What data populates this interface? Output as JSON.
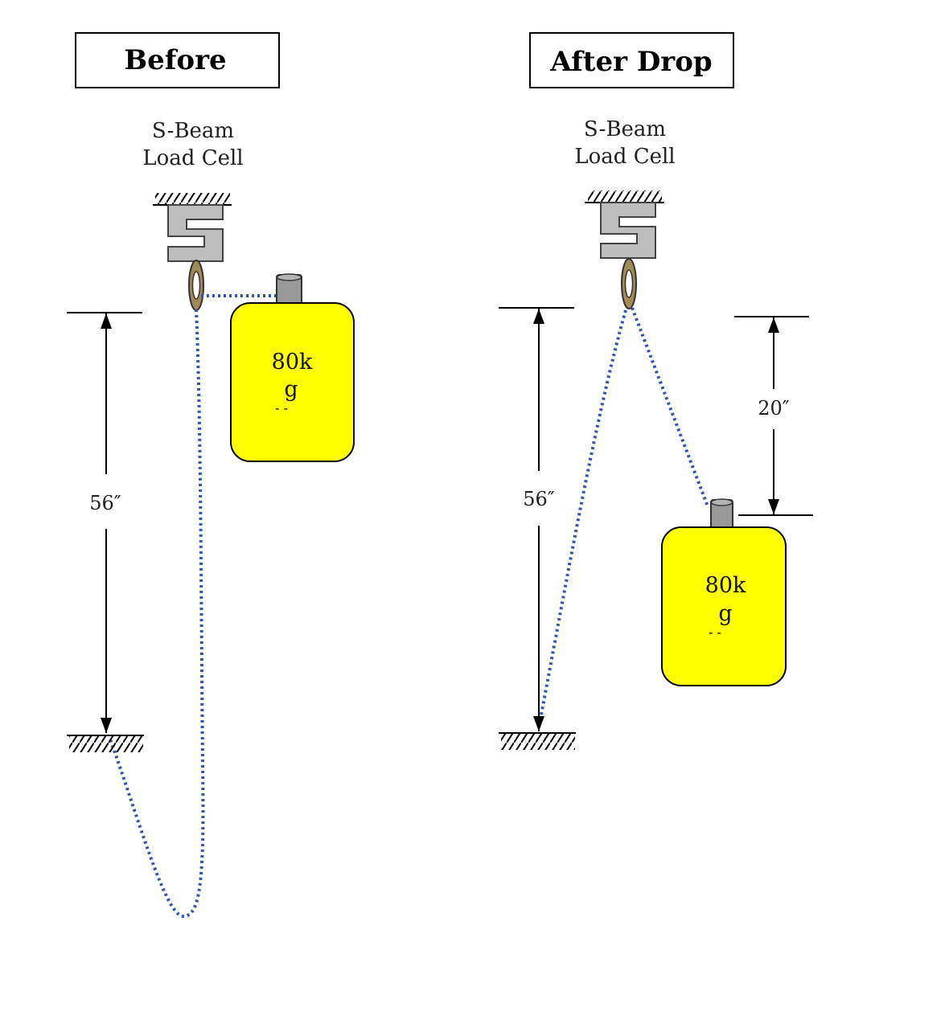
{
  "panels": {
    "before": {
      "title": "Before",
      "sensor_line1": "S-Beam",
      "sensor_line2": "Load Cell",
      "height_dim": "56″",
      "weight_line1": "80k",
      "weight_line2": "g",
      "weight_line3": "- -"
    },
    "after": {
      "title": "After Drop",
      "sensor_line1": "S-Beam",
      "sensor_line2": "Load Cell",
      "height_dim": "56″",
      "drop_dim": "20″",
      "weight_line1": "80k",
      "weight_line2": "g",
      "weight_line3": "- -"
    }
  },
  "colors": {
    "weight_fill": "#ffff00",
    "rope": "#3355aa",
    "load_cell": "#bdbdbd",
    "eye_ring": "#a08a5a"
  }
}
